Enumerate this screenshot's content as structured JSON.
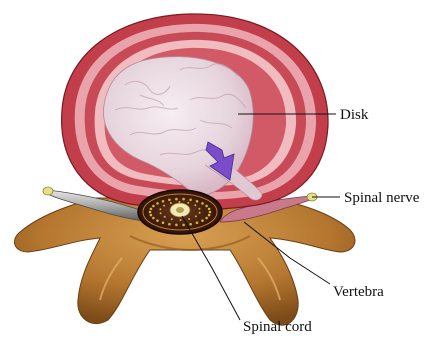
{
  "diagram": {
    "labels": {
      "disk": "Disk",
      "spinal_nerve": "Spinal nerve",
      "vertebra": "Vertebra",
      "spinal_cord": "Spinal cord"
    },
    "colors": {
      "annulus": "#c9404c",
      "annulus_light": "#e7a3a8",
      "nucleus": "#ecdde4",
      "herniation_arrow": "#7a4cc9",
      "bone": "#b87a33",
      "bone_dark": "#7a4a17",
      "nerve": "#b0b0b0",
      "cord": "#3a1a10",
      "cord_dots": "#e0b030"
    }
  }
}
